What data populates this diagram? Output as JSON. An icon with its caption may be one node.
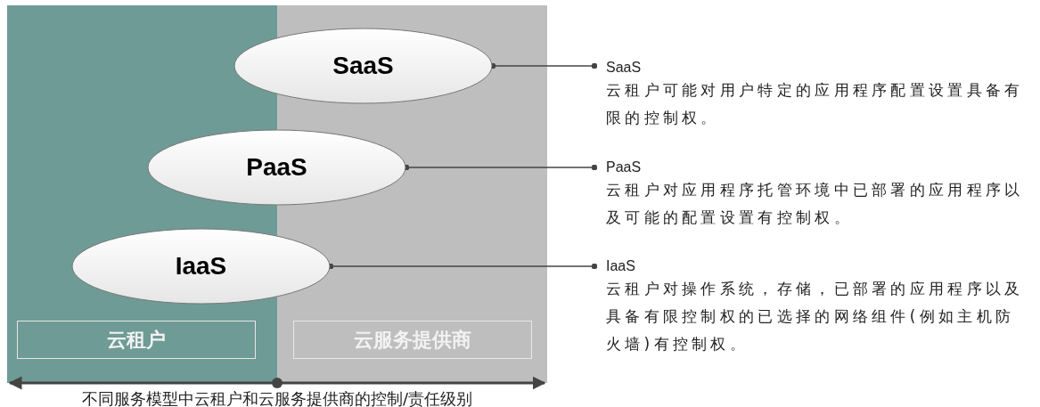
{
  "diagram": {
    "nodes": [
      {
        "text": [
          "SaaS"
        ]
      },
      {
        "text": [
          "PaaS"
        ]
      },
      {
        "text": [
          "IaaS"
        ]
      },
      {
        "text": [
          "SaaS",
          "云租户可能对用户特定的应用程序配置设置具备有限的控制权。"
        ]
      },
      {
        "text": [
          "PaaS",
          "云租户对应用程序托管环境中已部署的应用程序以及可能的配置设置有控制权。"
        ]
      },
      {
        "text": [
          "IaaS",
          "云租户对操作系统，存储，已部署的应用程序以及具备有限控制权的已选择的网络组件(例如主机防火墙)有控制权。"
        ]
      },
      {
        "text": [
          "云租户"
        ]
      },
      {
        "text": [
          "云服务提供商"
        ]
      }
    ],
    "edges": [
      {
        "from": 0,
        "to": 3,
        "arrow": "other"
      },
      {
        "from": 1,
        "to": 4,
        "arrow": "other"
      },
      {
        "from": 2,
        "to": 5,
        "arrow": "other"
      }
    ],
    "labels": [
      "不同服务模型中云租户和云服务提供商的控制/责任级别"
    ]
  }
}
